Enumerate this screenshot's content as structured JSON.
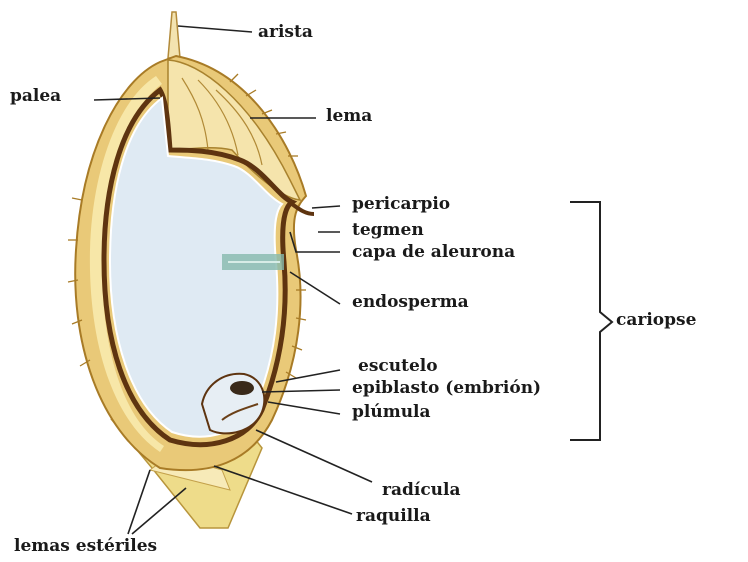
{
  "labels": {
    "arista": "arista",
    "palea": "palea",
    "lema": "lema",
    "pericarpio": "pericarpio",
    "tegmen": "tegmen",
    "capa_aleurona": "capa de aleurona",
    "endosperma": "endosperma",
    "cariopse": "cariopse",
    "escutelo": "escutelo",
    "epiblasto": "epiblasto (embrión)",
    "plumula": "plúmula",
    "radicula": "radícula",
    "raquilla": "raquilla",
    "lemas_esteriles": "lemas estériles"
  },
  "colors": {
    "husk_outer": "#c79a3a",
    "husk_fill": "#f2dc96",
    "husk_light": "#f7e9b6",
    "seed_coat": "#6b3a12",
    "endosperm": "#dfe9f1",
    "endosperm_edge": "#ffffff",
    "aleurone_band": "#7fb3a8",
    "leader_line": "#222222"
  }
}
